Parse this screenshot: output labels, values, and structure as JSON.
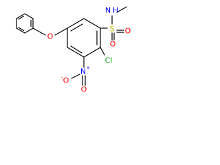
{
  "molecule": {
    "atoms": {
      "o_ether": "O",
      "n_amide": "N",
      "h_amide": "H",
      "s_sulfonyl": "S",
      "o_sulfonyl_a": "O",
      "o_sulfonyl_b": "O",
      "cl": "Cl",
      "n_nitro": "N",
      "o_nitro_minus": "O",
      "o_nitro_double": "O",
      "nitro_plus": "+",
      "nitro_minus": "-"
    },
    "colors": {
      "bond": "#000000",
      "oxygen": "#ff0000",
      "nitrogen": "#0000ff",
      "sulfur": "#b8b800",
      "chlorine": "#00a000"
    }
  }
}
